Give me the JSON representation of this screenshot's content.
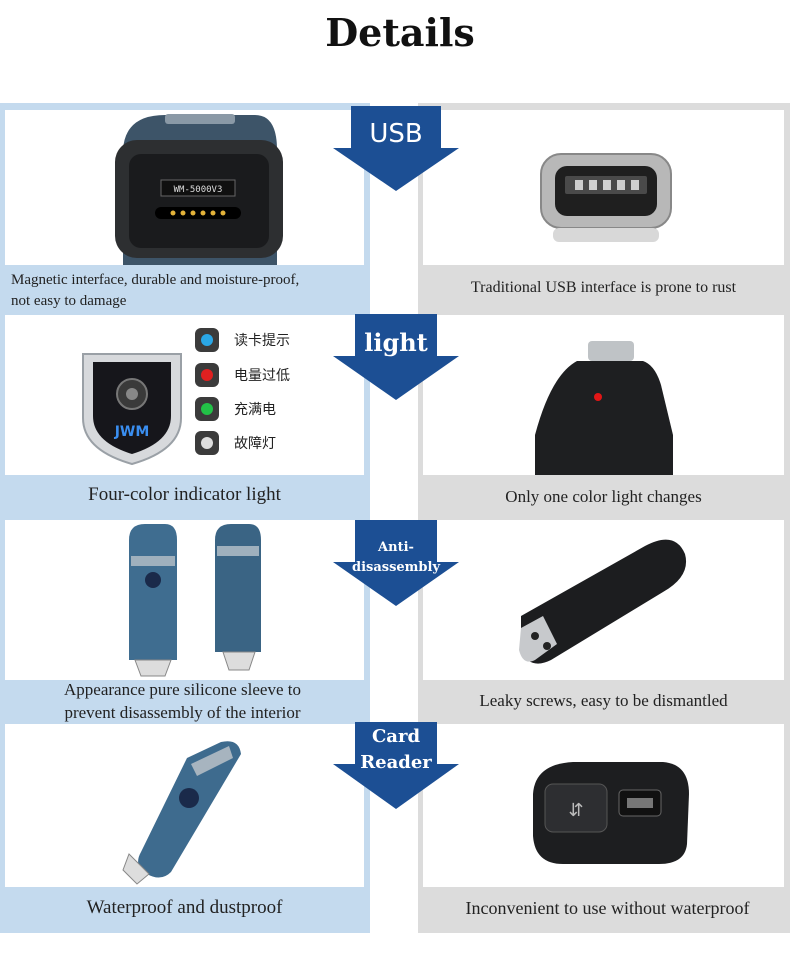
{
  "header": {
    "title": "Details"
  },
  "sections": [
    {
      "arrow": [
        "USB"
      ],
      "left_caption": "Magnetic interface, durable and moisture-proof,\nnot easy to damage",
      "right_caption": "Traditional USB interface is prone to rust",
      "device_label": "WM-5000V3"
    },
    {
      "arrow": [
        "light"
      ],
      "left_caption": "Four-color indicator light",
      "right_caption": "Only one color light changes",
      "indicators": [
        {
          "label": "读卡提示",
          "color": "#2aa7e6"
        },
        {
          "label": "电量过低",
          "color": "#e02020"
        },
        {
          "label": "充满电",
          "color": "#22c247"
        },
        {
          "label": "故障灯",
          "color": "#dddddd"
        }
      ],
      "logo_text": "JWM"
    },
    {
      "arrow": [
        "Anti-",
        "disassembly"
      ],
      "left_caption": "Appearance pure silicone sleeve to\nprevent disassembly of the interior",
      "right_caption": "Leaky screws, easy to be dismantled"
    },
    {
      "arrow": [
        "Card",
        "Reader"
      ],
      "left_caption": "Waterproof and dustproof",
      "right_caption": "Inconvenient to use without waterproof"
    }
  ],
  "colors": {
    "arrow": "#1c4f94",
    "left_bg": "#c4daee",
    "right_bg": "#dcdcdc"
  }
}
